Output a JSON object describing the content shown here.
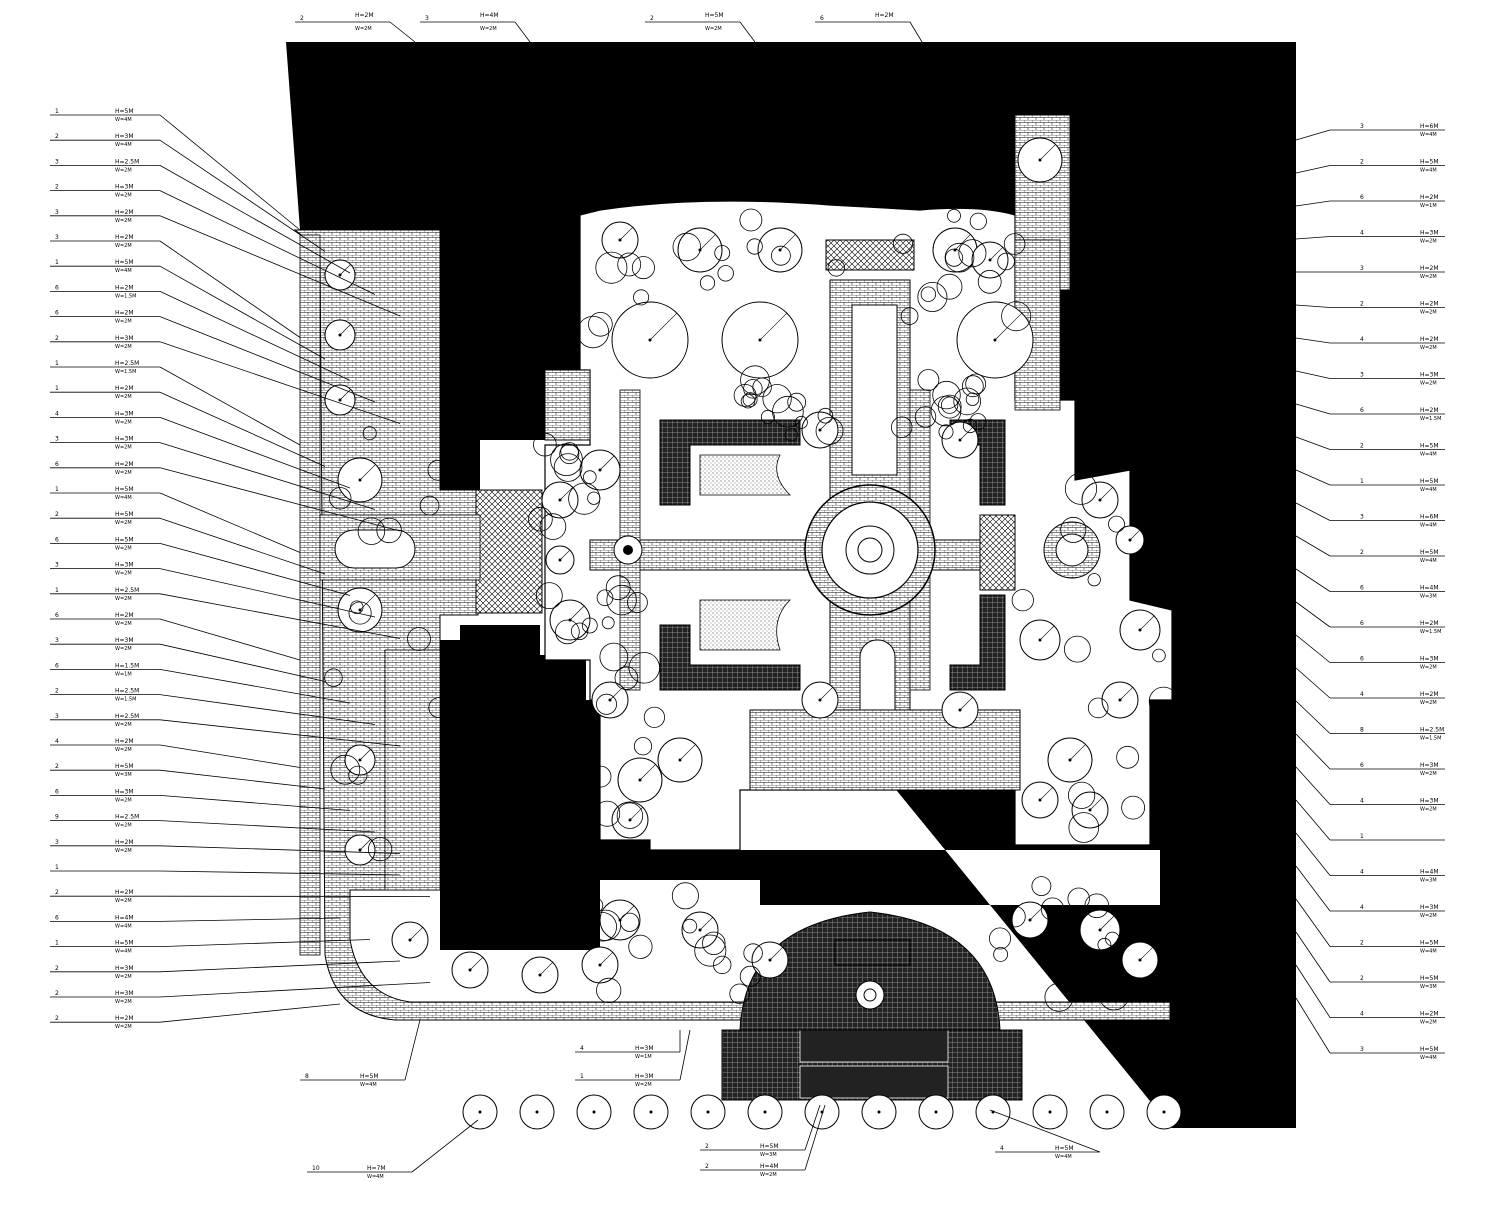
{
  "colors": {
    "ink": "#000000",
    "paper": "#ffffff",
    "hatch": "#555555"
  },
  "labels_top": [
    {
      "code": "2",
      "name": "",
      "h": "H=2M",
      "w": "W=2M"
    },
    {
      "code": "3",
      "name": "",
      "h": "H=4M",
      "w": "W=2M"
    },
    {
      "code": "2",
      "name": "",
      "h": "H=5M",
      "w": "W=2M"
    },
    {
      "code": "6",
      "name": "",
      "h": "H=2M",
      "w": ""
    }
  ],
  "labels_left": [
    {
      "code": "1",
      "h": "H=5M",
      "w": "W=4M"
    },
    {
      "code": "2",
      "h": "H=3M",
      "w": "W=4M"
    },
    {
      "code": "3",
      "h": "H=2.5M",
      "w": "W=2M"
    },
    {
      "code": "2",
      "h": "H=3M",
      "w": "W=2M"
    },
    {
      "code": "3",
      "h": "H=2M",
      "w": "W=2M"
    },
    {
      "code": "3",
      "h": "H=2M",
      "w": "W=2M"
    },
    {
      "code": "1",
      "h": "H=5M",
      "w": "W=4M"
    },
    {
      "code": "6",
      "h": "H=2M",
      "w": "W=1.5M"
    },
    {
      "code": "6",
      "h": "H=2M",
      "w": "W=2M"
    },
    {
      "code": "2",
      "h": "H=3M",
      "w": "W=2M"
    },
    {
      "code": "1",
      "h": "H=2.5M",
      "w": "W=1.5M"
    },
    {
      "code": "1",
      "h": "H=2M",
      "w": "W=2M"
    },
    {
      "code": "4",
      "h": "H=3M",
      "w": "W=2M"
    },
    {
      "code": "3",
      "h": "H=3M",
      "w": "W=2M"
    },
    {
      "code": "6",
      "h": "H=2M",
      "w": "W=2M"
    },
    {
      "code": "1",
      "h": "H=5M",
      "w": "W=4M"
    },
    {
      "code": "2",
      "h": "H=5M",
      "w": "W=2M"
    },
    {
      "code": "6",
      "h": "H=5M",
      "w": "W=2M"
    },
    {
      "code": "3",
      "h": "H=3M",
      "w": "W=2M"
    },
    {
      "code": "1",
      "h": "H=2.5M",
      "w": "W=2M"
    },
    {
      "code": "6",
      "h": "H=2M",
      "w": "W=2M"
    },
    {
      "code": "3",
      "h": "H=3M",
      "w": "W=2M"
    },
    {
      "code": "6",
      "h": "H=1.5M",
      "w": "W=1M"
    },
    {
      "code": "2",
      "h": "H=2.5M",
      "w": "W=1.5M"
    },
    {
      "code": "3",
      "h": "H=2.5M",
      "w": "W=2M"
    },
    {
      "code": "4",
      "h": "H=2M",
      "w": "W=2M"
    },
    {
      "code": "2",
      "h": "H=5M",
      "w": "W=3M"
    },
    {
      "code": "6",
      "h": "H=3M",
      "w": "W=2M"
    },
    {
      "code": "9",
      "h": "H=2.5M",
      "w": "W=2M"
    },
    {
      "code": "3",
      "h": "H=2M",
      "w": "W=2M"
    },
    {
      "code": "1",
      "h": "",
      "w": ""
    },
    {
      "code": "2",
      "h": "H=2M",
      "w": "W=2M"
    },
    {
      "code": "6",
      "h": "H=4M",
      "w": "W=4M"
    },
    {
      "code": "1",
      "h": "H=5M",
      "w": "W=4M"
    },
    {
      "code": "2",
      "h": "H=3M",
      "w": "W=2M"
    },
    {
      "code": "2",
      "h": "H=3M",
      "w": "W=2M"
    },
    {
      "code": "2",
      "h": "H=2M",
      "w": "W=2M"
    }
  ],
  "labels_right": [
    {
      "code": "3",
      "h": "H=6M",
      "w": "W=4M"
    },
    {
      "code": "2",
      "h": "H=5M",
      "w": "W=4M"
    },
    {
      "code": "6",
      "h": "H=2M",
      "w": "W=1M"
    },
    {
      "code": "4",
      "h": "H=3M",
      "w": "W=2M"
    },
    {
      "code": "3",
      "h": "H=2M",
      "w": "W=2M"
    },
    {
      "code": "2",
      "h": "H=2M",
      "w": "W=2M"
    },
    {
      "code": "4",
      "h": "H=2M",
      "w": "W=2M"
    },
    {
      "code": "3",
      "h": "H=3M",
      "w": "W=2M"
    },
    {
      "code": "6",
      "h": "H=2M",
      "w": "W=1.5M"
    },
    {
      "code": "2",
      "h": "H=5M",
      "w": "W=4M"
    },
    {
      "code": "1",
      "h": "H=5M",
      "w": "W=4M"
    },
    {
      "code": "3",
      "h": "H=6M",
      "w": "W=4M"
    },
    {
      "code": "2",
      "h": "H=5M",
      "w": "W=4M"
    },
    {
      "code": "6",
      "h": "H=4M",
      "w": "W=3M"
    },
    {
      "code": "6",
      "h": "H=2M",
      "w": "W=1.5M"
    },
    {
      "code": "6",
      "h": "H=3M",
      "w": "W=2M"
    },
    {
      "code": "4",
      "h": "H=2M",
      "w": "W=2M"
    },
    {
      "code": "8",
      "h": "H=2.5M",
      "w": "W=1.5M"
    },
    {
      "code": "6",
      "h": "H=3M",
      "w": "W=2M"
    },
    {
      "code": "4",
      "h": "H=3M",
      "w": "W=2M"
    },
    {
      "code": "1",
      "h": "",
      "w": ""
    },
    {
      "code": "4",
      "h": "H=4M",
      "w": "W=3M"
    },
    {
      "code": "4",
      "h": "H=3M",
      "w": "W=2M"
    },
    {
      "code": "2",
      "h": "H=5M",
      "w": "W=4M"
    },
    {
      "code": "2",
      "h": "H=5M",
      "w": "W=3M"
    },
    {
      "code": "4",
      "h": "H=2M",
      "w": "W=2M"
    },
    {
      "code": "3",
      "h": "H=5M",
      "w": "W=4M"
    }
  ],
  "labels_bottom": [
    {
      "code": "4",
      "h": "H=3M",
      "w": "W=1M"
    },
    {
      "code": "1",
      "h": "H=3M",
      "w": "W=2M"
    },
    {
      "code": "8",
      "h": "H=5M",
      "w": "W=4M"
    },
    {
      "code": "2",
      "h": "H=5M",
      "w": "W=3M"
    },
    {
      "code": "2",
      "h": "H=4M",
      "w": "W=2M"
    },
    {
      "code": "10",
      "h": "H=7M",
      "w": "W=4M"
    },
    {
      "code": "4",
      "h": "H=5M",
      "w": "W=4M"
    }
  ]
}
